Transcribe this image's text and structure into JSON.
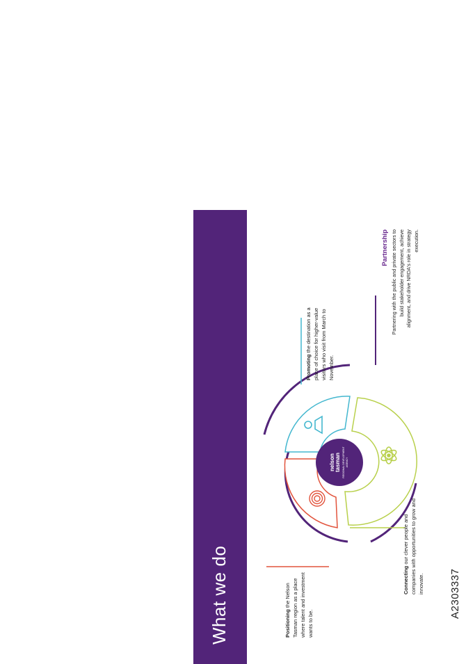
{
  "document_id": "A2303337",
  "title": "What we do",
  "logo": {
    "text": "nelson tasman",
    "subtitle": "REGIONAL DEVELOPMENT AGENCY"
  },
  "segments": [
    {
      "lead": "Positioning",
      "text": " the Nelson Tasman region as a place where talent and investment wants to be.",
      "color": "#e2533c",
      "icon": "fingerprint-icon"
    },
    {
      "lead": "Promoting",
      "text": " the destination as a place of choice for higher-value visitors who visit from March to November.",
      "color": "#43b7cf",
      "icon": "person-podium-icon"
    },
    {
      "lead": "Connecting",
      "text": " our clever people and companies with opportunities to grow and innovate.",
      "color": "#b8d04b",
      "icon": "atom-icon"
    }
  ],
  "partnership": {
    "title": "Partnership",
    "body": "Partnering with the public and private sectors to build stakeholder engagement, achieve alignment, and drive NRDA's role in strategy execution."
  },
  "colors": {
    "purple": "#522479",
    "red": "#e2533c",
    "blue": "#43b7cf",
    "green": "#b8d04b"
  }
}
